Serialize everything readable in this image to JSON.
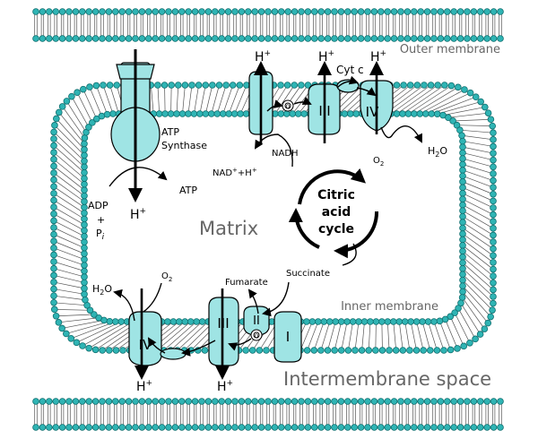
{
  "colors": {
    "head_fill": "#2fb4b4",
    "head_stroke": "#0f6e6e",
    "protein_fill": "#9fe4e4",
    "label_gray": "#666666"
  },
  "regions": {
    "outer_membrane": "Outer membrane",
    "inner_membrane": "Inner membrane",
    "matrix": "Matrix",
    "intermembrane_space": "Intermembrane space"
  },
  "complexes": {
    "complex_i": "I",
    "complex_ii": "II",
    "complex_iii": "III",
    "complex_iv": "IV",
    "cyt_c": "Cyt c",
    "q": "Q"
  },
  "atp_synthase": {
    "line1": "ATP",
    "line2": "Synthase",
    "adp": "ADP",
    "plus": "+",
    "pi_main": "P",
    "pi_sub": "i",
    "atp": "ATP"
  },
  "proton": {
    "h": "H",
    "charge": "+"
  },
  "metabolites": {
    "nadh": "NADH",
    "nad_main": "NAD",
    "nad_tail": "+H",
    "succinate": "Succinate",
    "fumarate": "Fumarate",
    "h2o_h": "H",
    "h2o_sub": "2",
    "h2o_o": "O",
    "o2_main": "O",
    "o2_sub": "2"
  },
  "cycle": {
    "line1": "Citric",
    "line2": "acid",
    "line3": "cycle"
  }
}
